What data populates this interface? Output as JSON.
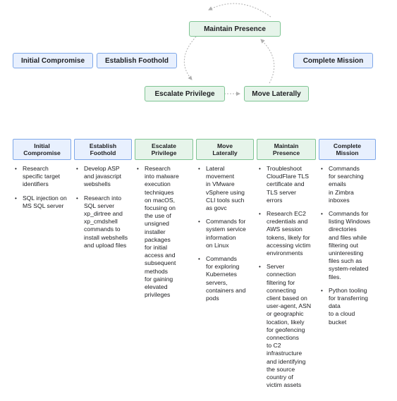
{
  "flow": {
    "initial_compromise": "Initial Compromise",
    "establish_foothold": "Establish Foothold",
    "maintain_presence": "Maintain Presence",
    "complete_mission": "Complete Mission",
    "escalate_privilege": "Escalate Privilege",
    "move_laterally": "Move Laterally"
  },
  "columns": [
    {
      "title": "Initial\nCompromise",
      "color": "blue",
      "items": [
        "Research\nspecific target\nidentifiers",
        "SQL injection on\nMS SQL server"
      ]
    },
    {
      "title": "Establish\nFoothold",
      "color": "blue",
      "items": [
        "Develop ASP\nand javascript\nwebshells",
        "Research into\nSQL server\nxp_dirtree and\nxp_cmdshell\ncommands to\ninstall webshells\nand upload files"
      ]
    },
    {
      "title": "Escalate\nPrivilege",
      "color": "green",
      "items": [
        "Research\ninto malware\nexecution\ntechniques\non macOS,\nfocusing on\nthe use of\nunsigned\ninstaller\npackages\nfor initial\naccess and\nsubsequent\nmethods\nfor gaining\nelevated\nprivileges"
      ]
    },
    {
      "title": "Move\nLaterally",
      "color": "green",
      "items": [
        "Lateral\nmovement\nin VMware\nvSphere using\nCLI tools  such\nas govc",
        "Commands for\nsystem service\ninformation\non Linux",
        "Commands\nfor exploring\nKubernetes\nservers,\ncontainers and\npods"
      ]
    },
    {
      "title": "Maintain\nPresence",
      "color": "green",
      "items": [
        "Troubleshoot\nCloudFlare TLS\ncertificate and\nTLS server\nerrors",
        "Research EC2\ncredentials and\nAWS session\ntokens, likely for\naccessing victim\nenvironments",
        "Server\nconnection\nfiltering for\nconnecting\nclient based on\nuser-agent, ASN\nor geographic\nlocation, likely\nfor geofencing\nconnections\nto C2\ninfrastructure\nand  identifying\nthe source\ncountry of\nvictim assets"
      ]
    },
    {
      "title": "Complete\nMission",
      "color": "blue",
      "items": [
        "Commands\nfor searching\nemails\nin Zimbra\ninboxes",
        "Commands for\nlisting Windows\ndirectories\nand files while\nfiltering out\nuninteresting\nfiles such as\nsystem-related\nfiles.",
        "Python tooling\nfor transferring\ndata\nto a cloud\nbucket"
      ]
    }
  ],
  "colors": {
    "blue_fill": "#e8f0fe",
    "blue_border": "#7ea7e8",
    "green_fill": "#e6f4ea",
    "green_border": "#7fc493",
    "arrow": "#b0b0b0"
  }
}
